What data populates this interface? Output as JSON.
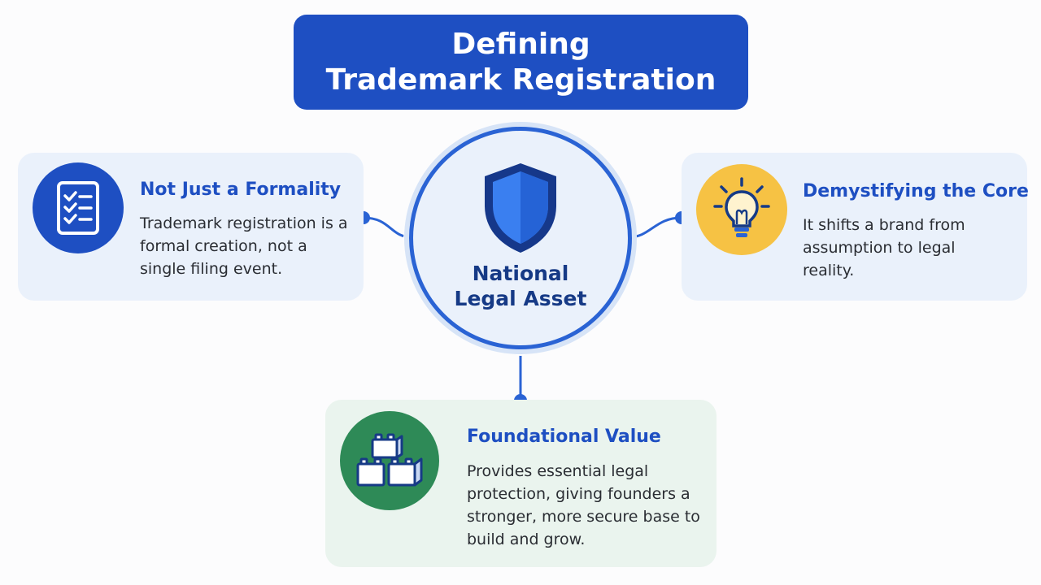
{
  "title": {
    "line1": "Defining",
    "line2": "Trademark Registration"
  },
  "center": {
    "icon": "shield-icon",
    "label_line1": "National",
    "label_line2": "Legal Asset"
  },
  "cards": {
    "left": {
      "icon": "checklist-icon",
      "heading": "Not Just a Formality",
      "text": "Trademark registration is a formal creation, not a single filing event."
    },
    "right": {
      "icon": "lightbulb-icon",
      "heading": "Demystifying the Core",
      "text": "It shifts a brand from assumption to legal reality."
    },
    "bottom": {
      "icon": "building-blocks-icon",
      "heading": "Foundational Value",
      "text": "Provides essential legal protection, giving founders a stronger, more secure base to build and grow."
    }
  },
  "colors": {
    "primary_blue": "#1e4fc2",
    "connector_blue": "#2a63d4",
    "card_blue_bg": "#eaf1fb",
    "card_green_bg": "#eaf4ee",
    "icon_green": "#2e8a57",
    "icon_yellow": "#f6c244"
  }
}
